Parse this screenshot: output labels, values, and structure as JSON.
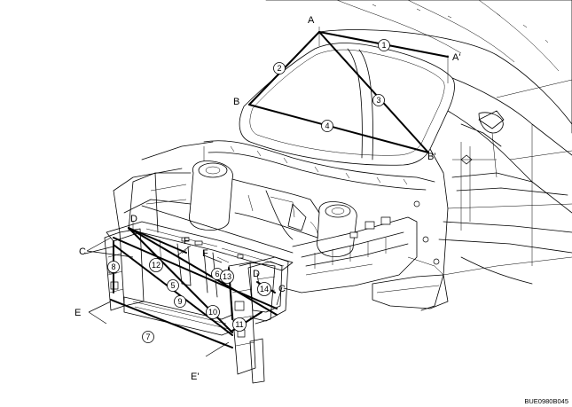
{
  "figure": {
    "code": "BUE0980B045"
  },
  "points": {
    "A": "A",
    "A_prime": "A'",
    "B": "B",
    "B_prime": "B'",
    "C_left": "C",
    "C_right": "C",
    "D_left": "D",
    "D_right": "D",
    "E": "E",
    "E_prime": "E'",
    "F_left": "F",
    "F_right": "F"
  },
  "measurements": {
    "m1": "1",
    "m2": "2",
    "m3": "3",
    "m4": "4",
    "m5": "5",
    "m6": "6",
    "m7": "7",
    "m8": "8",
    "m9": "9",
    "m10": "10",
    "m11": "11",
    "m12": "12",
    "m13": "13",
    "m14": "14"
  }
}
